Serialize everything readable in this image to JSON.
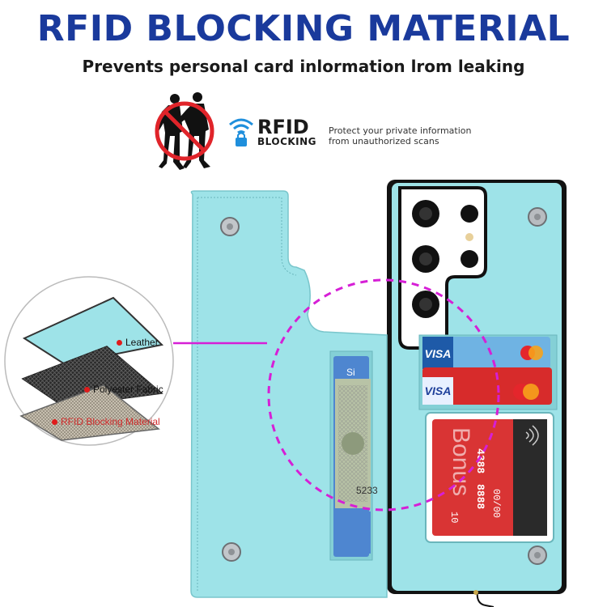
{
  "header": {
    "title": "RFID BLOCKING MATERIAL",
    "subtitle": "Prevents personal card inlormation lrom leaking"
  },
  "badge": {
    "rfid_line1": "RFID",
    "rfid_line2": "BLOCKING",
    "protect_line1": "Protect your private information",
    "protect_line2": "from unauthorized scans"
  },
  "layers": {
    "leather": "Leather",
    "polyester": "Polyester Fabric",
    "rfid": "RFID Blocking Material"
  },
  "cards": {
    "visa_top": "VISA",
    "visa_bottom": "VISA",
    "card_number_part1": "4388",
    "card_number_part2": "8888",
    "expiry": "00/00",
    "bonus_text": "Bonus",
    "card_number_short": "10",
    "cash_digits": "5233",
    "small_card_text": "Si"
  },
  "colors": {
    "title": "#1a3a9c",
    "case_teal": "#9ee3e8",
    "dashed_magenta": "#d61fd6",
    "rfid_blue": "#1f8fdc"
  }
}
